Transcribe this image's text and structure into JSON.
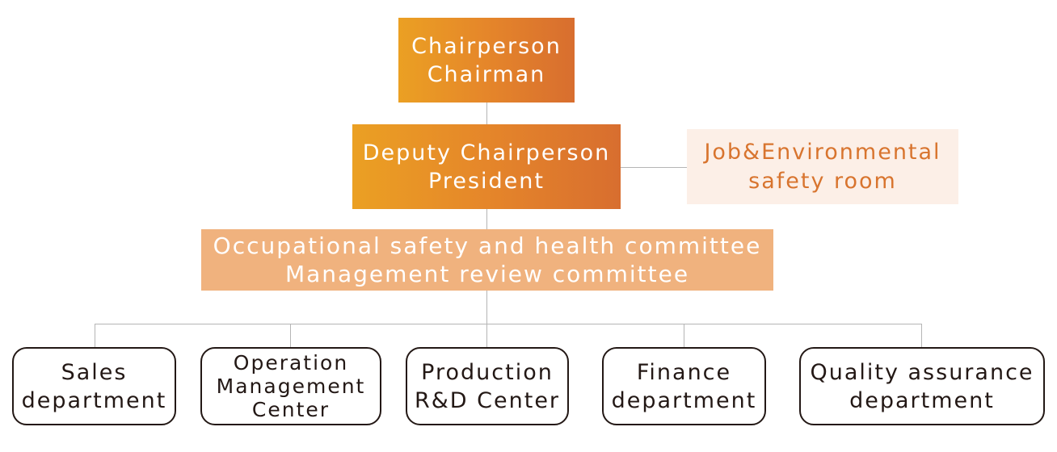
{
  "chairperson": [
    "Chairperson",
    "Chairman"
  ],
  "deputy": [
    "Deputy Chairperson",
    "President"
  ],
  "safety_room": [
    "Job&Environmental",
    "safety room"
  ],
  "committees": [
    "Occupational safety and health committee",
    "Management review committee"
  ],
  "departments": [
    {
      "lines": [
        "Sales",
        "department"
      ]
    },
    {
      "lines": [
        "Operation",
        "Management",
        "Center"
      ]
    },
    {
      "lines": [
        "Production",
        "R&D Center"
      ]
    },
    {
      "lines": [
        "Finance",
        "department"
      ]
    },
    {
      "lines": [
        "Quality assurance",
        "department"
      ]
    }
  ],
  "colors": {
    "gradient_start": "#eba023",
    "gradient_end": "#d86e2f",
    "committee_fill": "#f0b27e",
    "side_fill": "#fcefe7",
    "side_text": "#d8742e",
    "dept_border": "#231815",
    "connector": "#b5b5b5"
  }
}
